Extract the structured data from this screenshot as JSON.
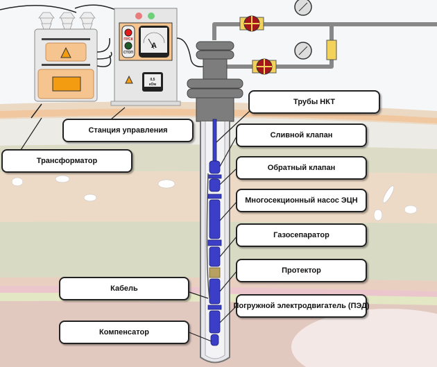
{
  "labels": {
    "tubing": "Трубы НКТ",
    "drain_valve": "Сливной клапан",
    "check_valve": "Обратный клапан",
    "pump": "Многосекционный насос ЭЦН",
    "gas_separator": "Газосепаратор",
    "protector": "Протектор",
    "motor": "Погружной электродвигатель (ПЭД)",
    "control_station": "Станция управления",
    "transformer": "Трансформатор",
    "cable": "Кабель",
    "compensator": "Компенсатор"
  },
  "control_panel": {
    "start": "ПУСК",
    "stop": "СТОП",
    "ammeter_unit": "A",
    "megohmmeter_value": "0,5",
    "megohmmeter_unit": "кОм"
  },
  "colors": {
    "equipment_blue": "#3b3fc8",
    "panel_orange": "#f6c48f",
    "wellhead_gray": "#7d7d7d",
    "valve_red": "#a3161a"
  }
}
